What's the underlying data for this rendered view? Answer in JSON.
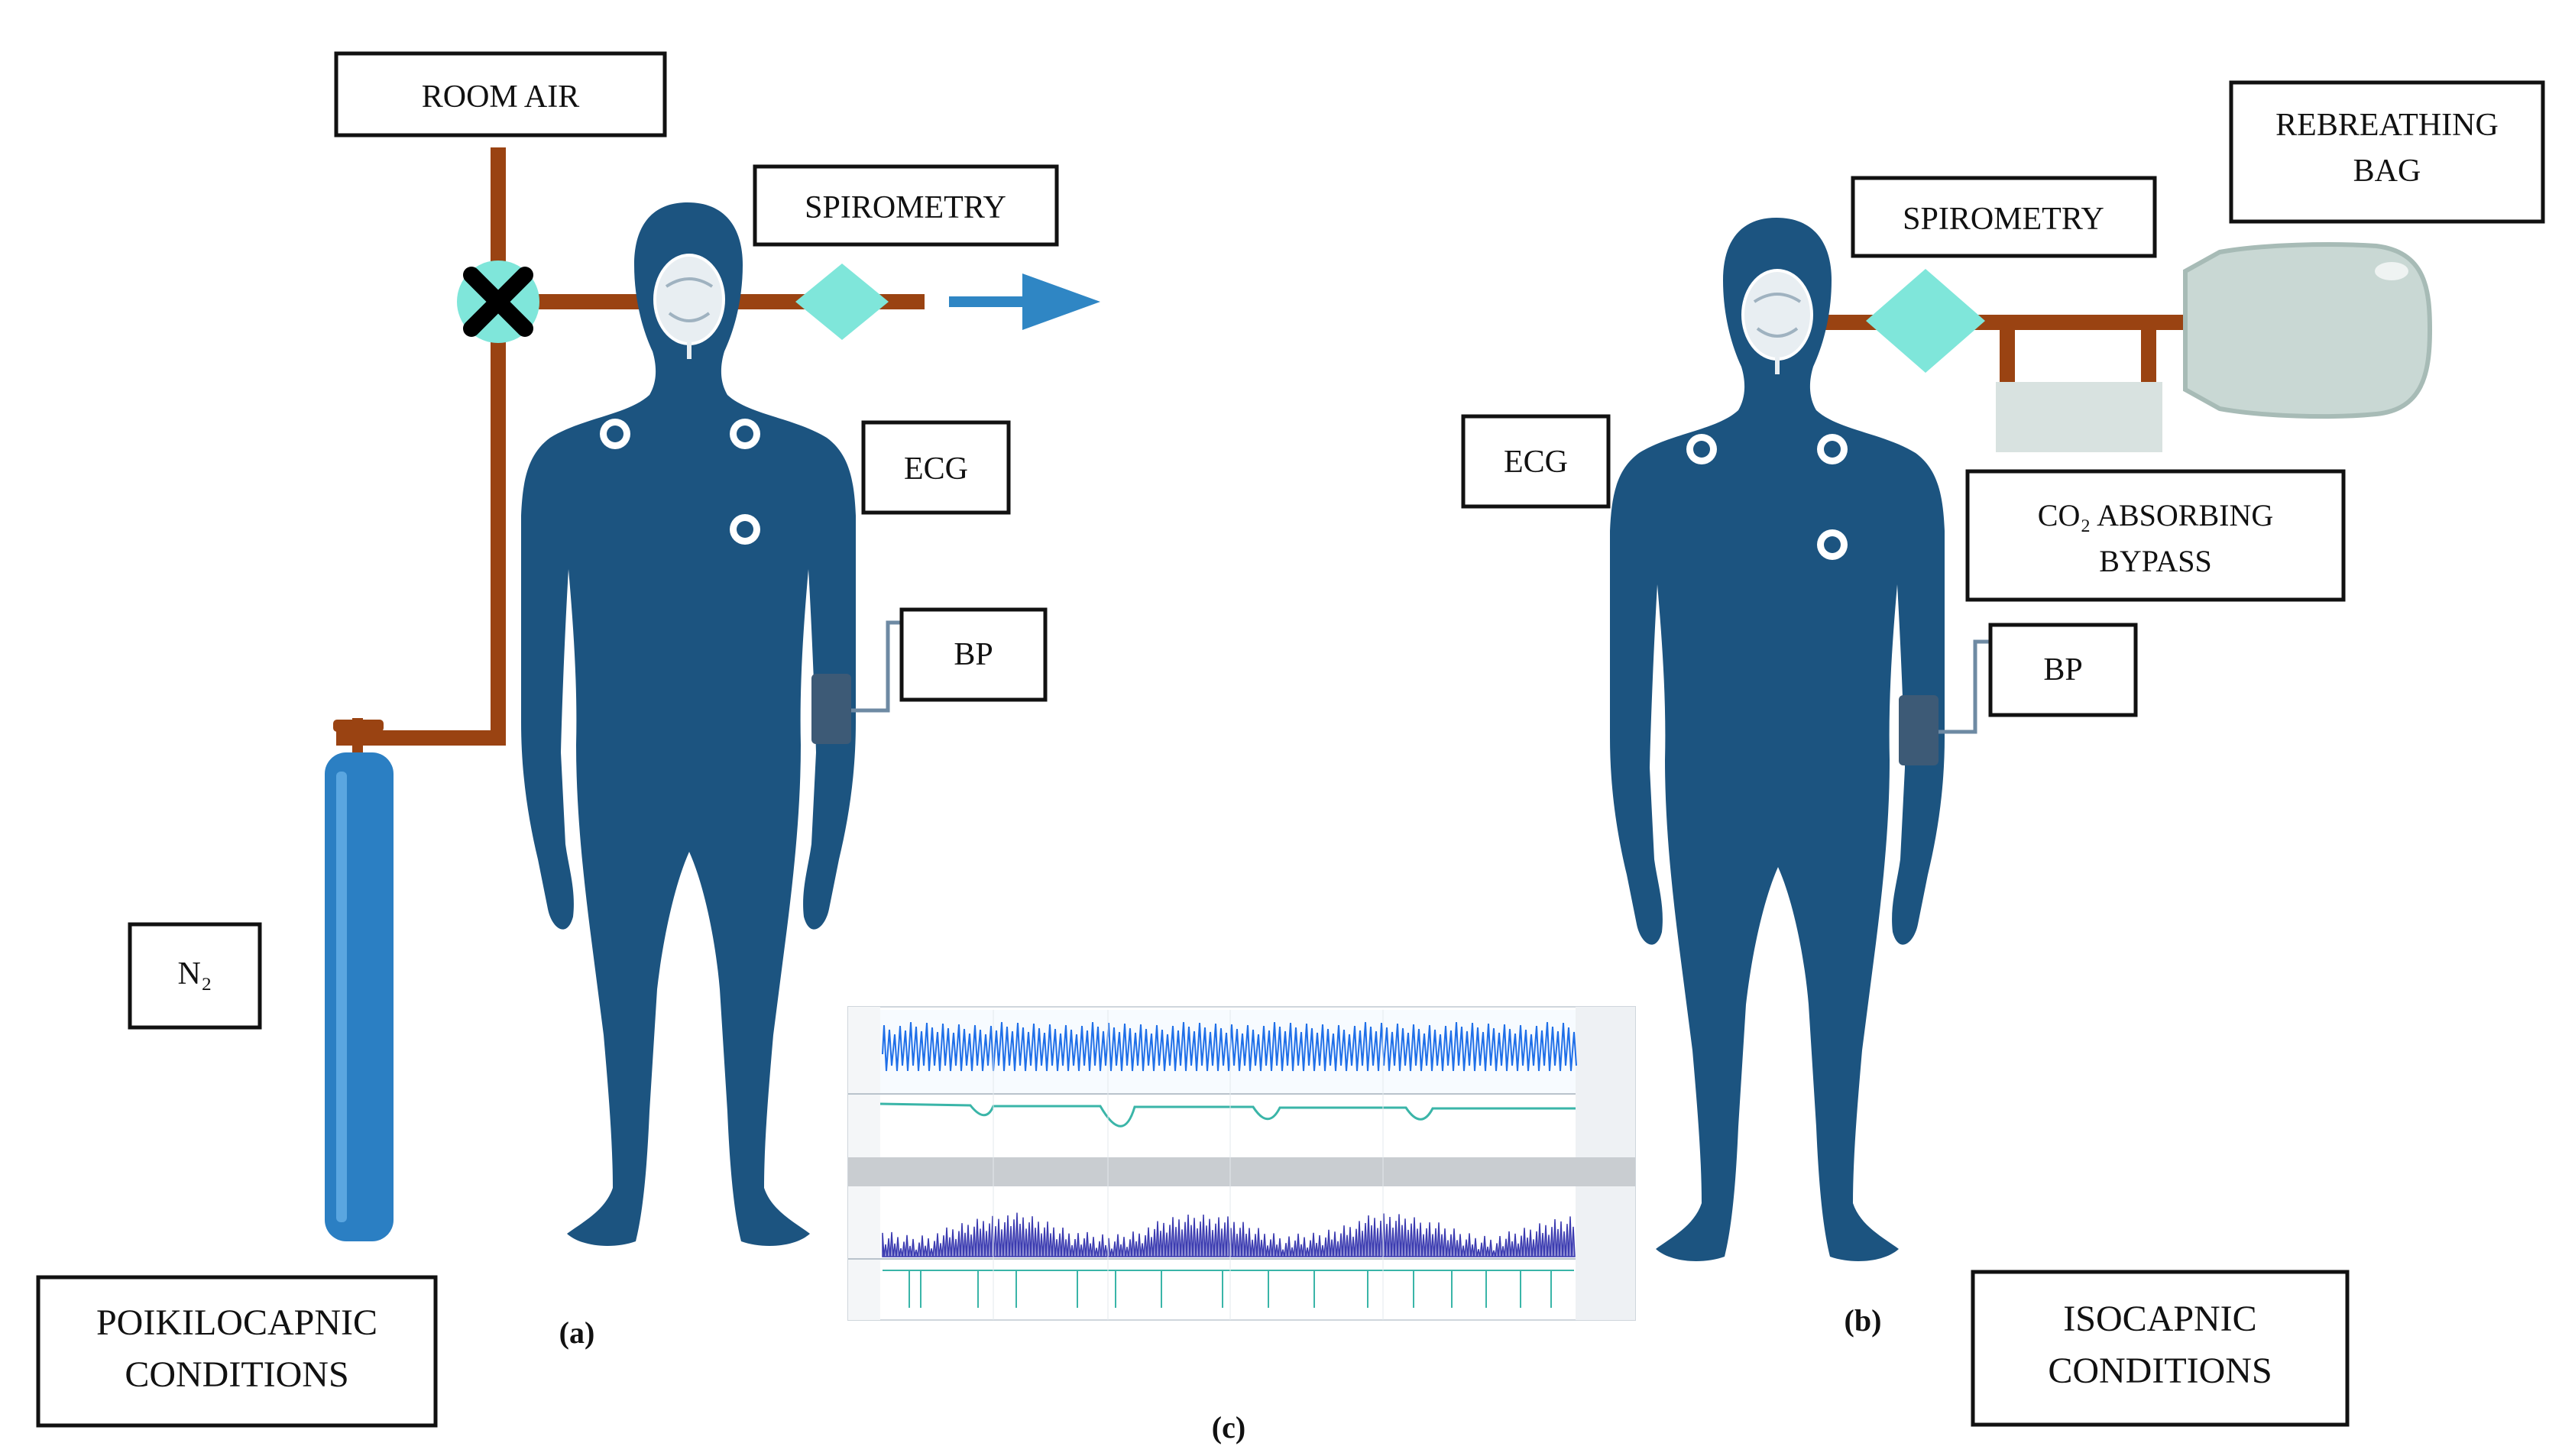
{
  "labels": {
    "room_air": "ROOM AIR",
    "spirometry_a": "SPIROMETRY",
    "ecg_a": "ECG",
    "bp_a": "BP",
    "n2": "N₂",
    "poikilocapnic_line1": "POIKILOCAPNIC",
    "poikilocapnic_line2": "CONDITIONS",
    "panel_a": "(a)",
    "rebreathing_line1": "REBREATHING",
    "rebreathing_line2": "BAG",
    "spirometry_b": "SPIROMETRY",
    "ecg_b": "ECG",
    "co2_line1": "CO₂ ABSORBING",
    "co2_line2": "BYPASS",
    "bp_b": "BP",
    "isocapnic_line1": "ISOCAPNIC",
    "isocapnic_line2": "CONDITIONS",
    "panel_b": "(b)",
    "panel_c": "(c)"
  },
  "colors": {
    "body": "#1c5480",
    "pipe": "#9a4312",
    "valve": "#7fe6da",
    "arrow": "#2f86c4",
    "cylinder": "#2b7fc3",
    "trace_blue": "#1f6fe8",
    "trace_teal": "#3ab5a8",
    "trace_purple": "#3a3ab0"
  },
  "icons": [
    "valve-x-icon",
    "flow-arrow-icon",
    "electrode-icon",
    "bp-cuff-icon",
    "face-mask-icon",
    "gas-cylinder-icon",
    "rebreathing-bag-icon"
  ]
}
